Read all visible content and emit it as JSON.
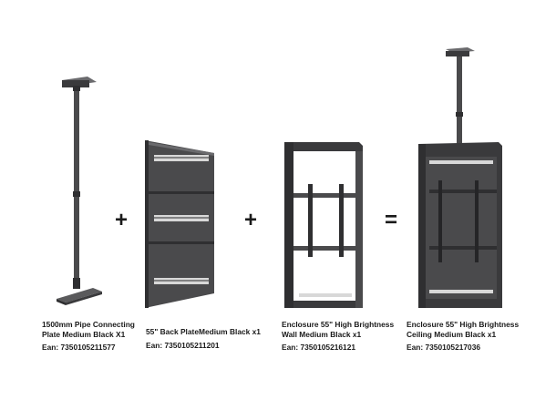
{
  "products": [
    {
      "name": "1500mm Pipe Connecting",
      "name2": "Plate Medium Black X1",
      "ean": "Ean: 7350105211577",
      "icon": "ceiling-pipe"
    },
    {
      "name": "55\" Back PlateMedium Black x1",
      "name2": "",
      "ean": "Ean: 7350105211201",
      "icon": "back-plate"
    },
    {
      "name": "Enclosure 55\" High Brightness",
      "name2": "Wall Medium Black x1",
      "ean": "Ean: 7350105216121",
      "icon": "wall-enclosure"
    },
    {
      "name": "Enclosure 55\" High Brightness",
      "name2": "Ceiling Medium Black x1",
      "ean": "Ean: 7350105217036",
      "icon": "ceiling-enclosure"
    }
  ],
  "operators": {
    "plus1": "+",
    "plus2": "+",
    "equals": "="
  },
  "colors": {
    "metal": "#4a4a4c",
    "metal_dark": "#2f2f31",
    "metal_light": "#6a6a6d"
  }
}
